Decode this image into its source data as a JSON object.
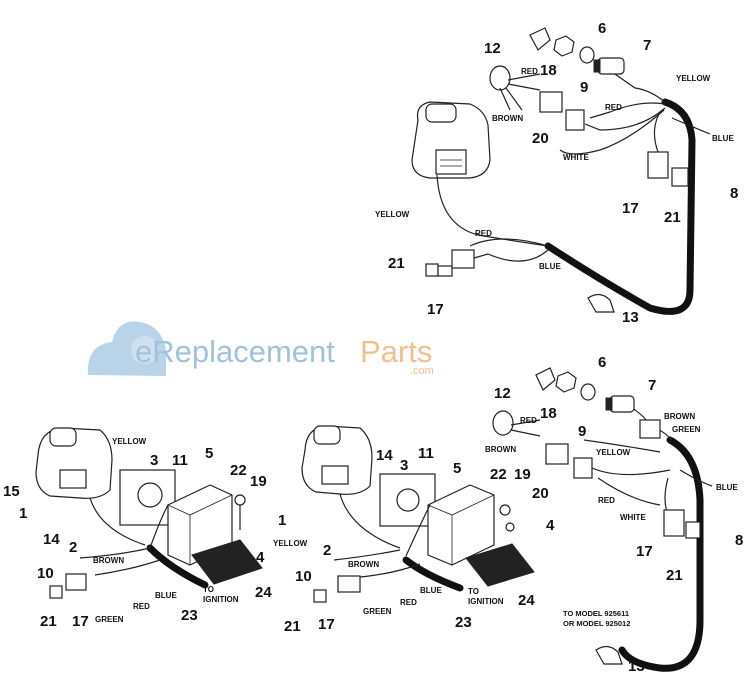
{
  "watermark": {
    "brand_blue": "eReplacement",
    "brand_orange": "Parts",
    "domain_suffix": ".com",
    "colors": {
      "blue": "#9fc3dd",
      "orange": "#f2c08a"
    }
  },
  "top_diagram": {
    "callouts": [
      "12",
      "6",
      "7",
      "18",
      "9",
      "20",
      "8",
      "17",
      "21",
      "21",
      "17",
      "13"
    ],
    "wire_labels": [
      "RED",
      "BROWN",
      "YELLOW",
      "RED",
      "BLUE",
      "WHITE",
      "YELLOW",
      "RED",
      "BLUE"
    ]
  },
  "bottom_left_diagram": {
    "callouts": [
      "3",
      "11",
      "5",
      "15",
      "1",
      "22",
      "19",
      "14",
      "2",
      "10",
      "4",
      "24",
      "23",
      "21",
      "17"
    ],
    "wire_labels": [
      "YELLOW",
      "BROWN",
      "BLUE",
      "RED",
      "GREEN",
      "TO",
      "IGNITION"
    ]
  },
  "bottom_middle_diagram": {
    "callouts": [
      "14",
      "11",
      "3",
      "5",
      "1",
      "22",
      "19",
      "2",
      "4",
      "10",
      "24",
      "21",
      "17",
      "23"
    ],
    "wire_labels": [
      "YELLOW",
      "BROWN",
      "BLUE",
      "RED",
      "GREEN",
      "TO",
      "IGNITION"
    ]
  },
  "bottom_right_diagram": {
    "callouts": [
      "12",
      "6",
      "7",
      "18",
      "9",
      "20",
      "8",
      "17",
      "21",
      "13"
    ],
    "wire_labels": [
      "RED",
      "BROWN",
      "BROWN",
      "GREEN",
      "YELLOW",
      "BLUE",
      "RED",
      "WHITE"
    ],
    "notes": [
      "TO MODEL 925611",
      "OR MODEL 925012"
    ]
  }
}
